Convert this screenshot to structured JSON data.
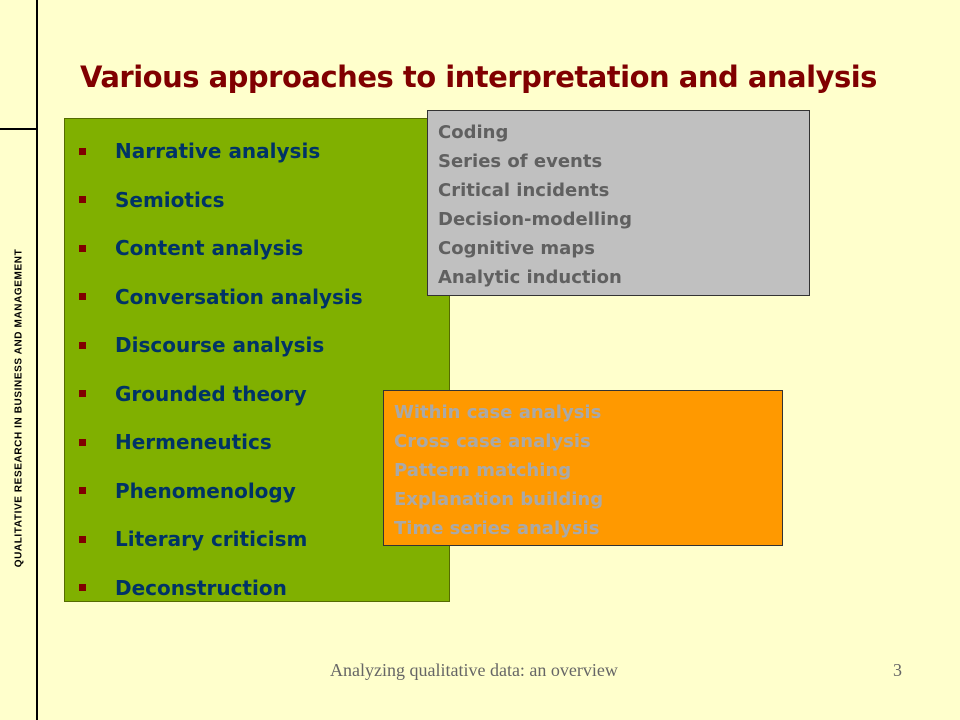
{
  "sidebar": {
    "vertical_label": "QUALITATIVE RESEARCH IN BUSINESS AND MANAGEMENT"
  },
  "slide": {
    "title": "Various approaches to interpretation and analysis",
    "approaches": [
      "Narrative analysis",
      "Semiotics",
      "Content analysis",
      "Conversation analysis",
      "Discourse analysis",
      "Grounded theory",
      "Hermeneutics",
      "Phenomenology",
      "Literary criticism",
      "Deconstruction"
    ],
    "grey_box_items": [
      "Coding",
      "Series of events",
      "Critical incidents",
      "Decision-modelling",
      "Cognitive maps",
      "Analytic induction"
    ],
    "orange_box_items": [
      "Within case analysis",
      "Cross case analysis",
      "Pattern matching",
      "Explanation building",
      "Time series analysis"
    ]
  },
  "footer": {
    "text": "Analyzing qualitative data: an overview",
    "page_number": "3"
  },
  "colors": {
    "background": "#ffffcc",
    "title": "#800000",
    "green_box": "#80b000",
    "list_text": "#003366",
    "grey_box": "#c0c0c0",
    "orange_box": "#ff9900"
  },
  "icons": {
    "bullet": "square-bullet-icon"
  }
}
